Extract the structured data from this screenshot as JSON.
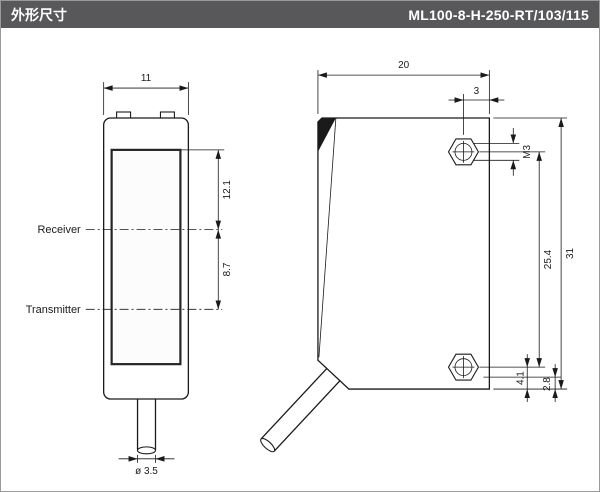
{
  "header": {
    "title": "外形尺寸",
    "part_number": "ML100-8-H-250-RT/103/115"
  },
  "front_view": {
    "width": "11",
    "receiver_label": "Receiver",
    "transmitter_label": "Transmitter",
    "window_top_to_receiver": "12.1",
    "receiver_to_transmitter": "8.7",
    "cable_diameter": "ø 3.5"
  },
  "side_view": {
    "depth": "20",
    "hole_edge_offset": "3",
    "thread": "M3",
    "hole_spacing": "25.4",
    "height": "31",
    "hole_to_bottom": "4.1",
    "cable_to_bottom": "2.8"
  },
  "colors": {
    "header_bg": "#58585a",
    "header_text": "#ffffff",
    "line": "#1a1a1a",
    "background": "#ffffff"
  }
}
